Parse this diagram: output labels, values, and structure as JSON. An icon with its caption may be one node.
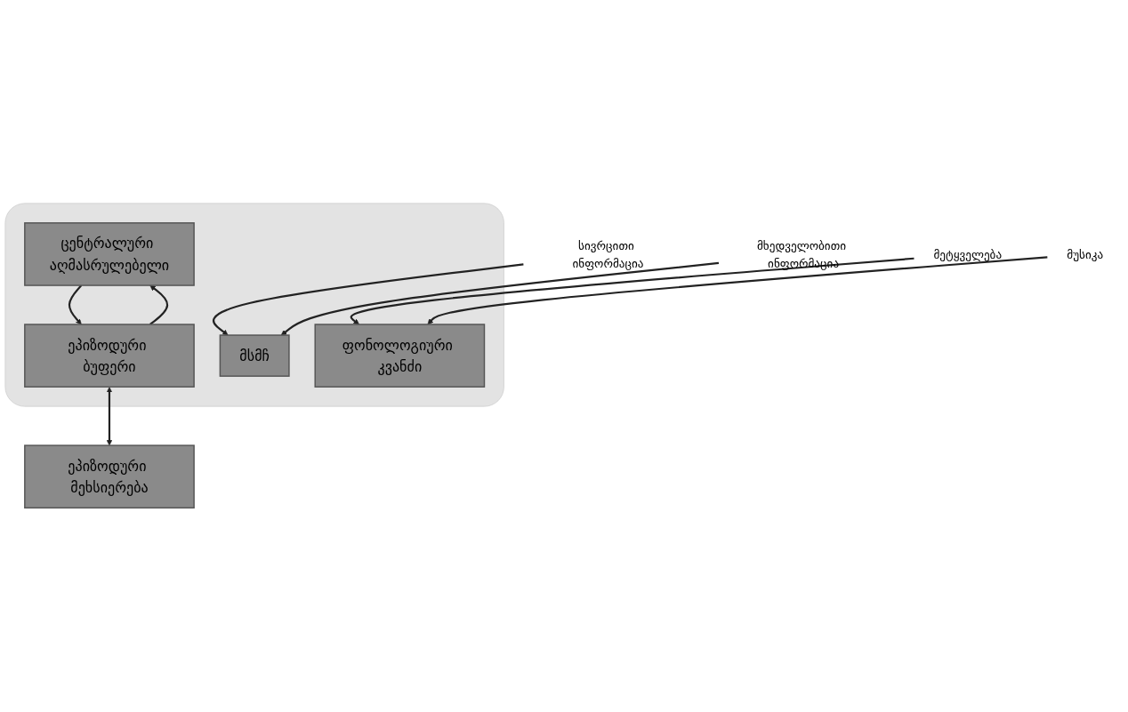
{
  "diagram": {
    "nodes": [
      {
        "text": [],
        "shape": "box"
      },
      {
        "text": [
          "ცენტრალური აღმასრულებელი"
        ],
        "in": 0
      },
      {
        "text": [
          "ეპიზოდური ბუფერი"
        ],
        "in": 0
      },
      {
        "text": [
          "მსმჩ"
        ],
        "in": 0
      },
      {
        "text": [
          "ფონოლოგიური კვანძი"
        ],
        "in": 0
      },
      {
        "text": [
          "ეპიზოდური მეხსიერება"
        ]
      },
      {
        "text": [
          "სივრცითი ინფორმაცია"
        ]
      },
      {
        "text": [
          "მხედველობითი ინფორმაცია"
        ]
      },
      {
        "text": [
          "მეტყველება"
        ]
      },
      {
        "text": [
          "მუსიკა"
        ]
      }
    ],
    "edges": [
      {
        "from": 1,
        "to": 2,
        "arrow": "to"
      },
      {
        "from": 2,
        "to": 1,
        "arrow": "to"
      },
      {
        "from": 2,
        "to": 5,
        "arrow": "both"
      },
      {
        "from": 6,
        "to": 3,
        "arrow": "to"
      },
      {
        "from": 7,
        "to": 3,
        "arrow": "to"
      },
      {
        "from": 8,
        "to": 4,
        "arrow": "to"
      },
      {
        "from": 9,
        "to": 4,
        "arrow": "to"
      }
    ]
  }
}
